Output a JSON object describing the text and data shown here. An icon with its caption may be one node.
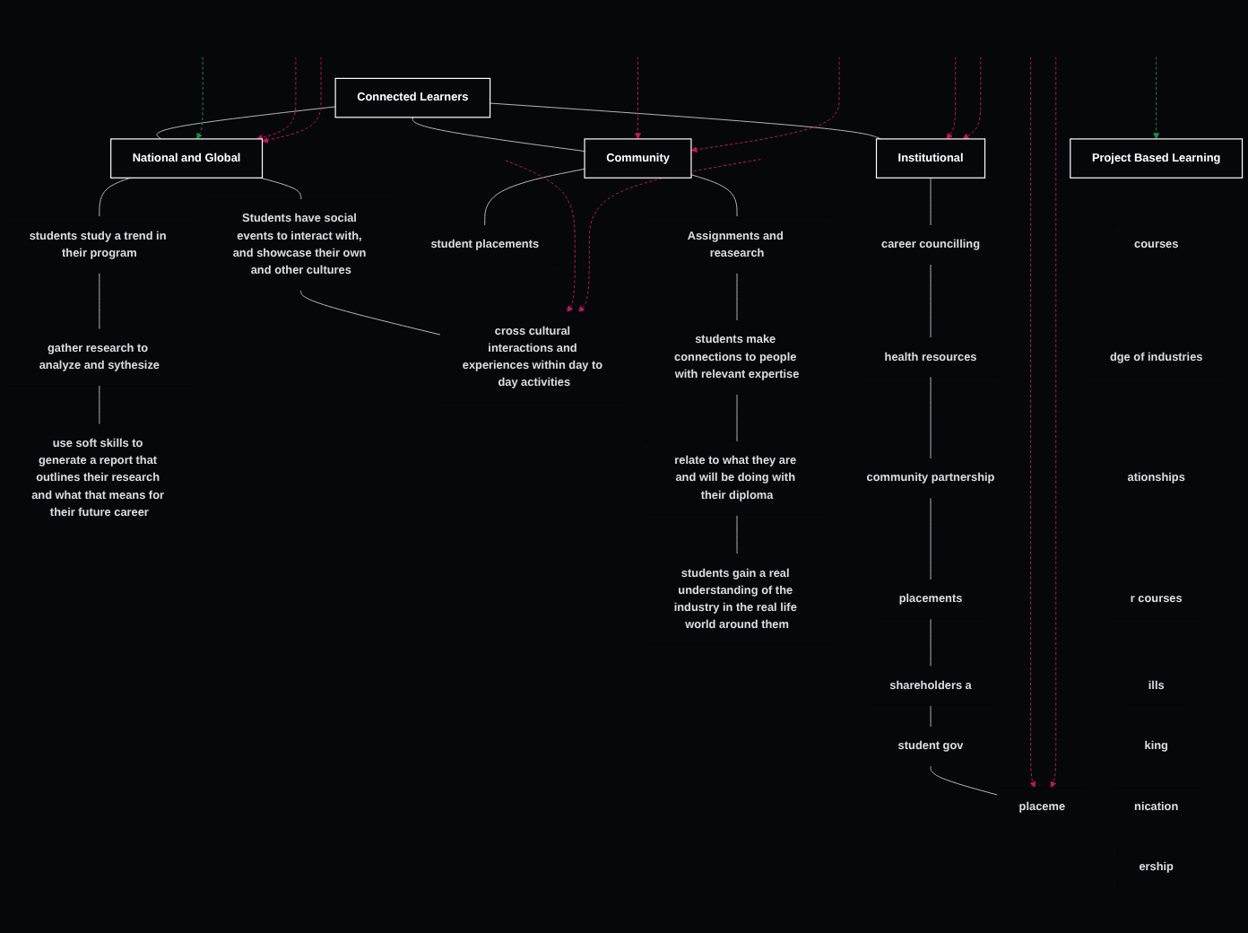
{
  "diagram": {
    "nodes": [
      {
        "text": [
          "Connected Learners"
        ]
      },
      {
        "text": [
          "National and Global"
        ]
      },
      {
        "text": [
          "Community"
        ]
      },
      {
        "text": [
          "Institutional"
        ]
      },
      {
        "text": [
          "Project Based Learning"
        ]
      },
      {
        "text": [
          "students study a trend in their program"
        ]
      },
      {
        "text": [
          "gather research to analyze and sythesize"
        ]
      },
      {
        "text": [
          "use soft skills to generate a report that outlines their research and what that means for their future career"
        ]
      },
      {
        "text": [
          "Students have social events to interact with, and showcase their own and other cultures"
        ]
      },
      {
        "text": [
          "cross cultural interactions and experiences within day to day activities"
        ]
      },
      {
        "text": [
          "student placements"
        ]
      },
      {
        "text": [
          "Assignments and reasearch"
        ]
      },
      {
        "text": [
          "students make connections to people with relevant expertise"
        ]
      },
      {
        "text": [
          "relate to what they are and will be doing with their diploma"
        ]
      },
      {
        "text": [
          "students gain a real understanding of the industry in the real life world around them"
        ]
      },
      {
        "text": [
          "career councilling"
        ]
      },
      {
        "text": [
          "health resources"
        ]
      },
      {
        "text": [
          "community partnership"
        ]
      },
      {
        "text": [
          "placements"
        ]
      },
      {
        "text": [
          "shareholders a"
        ]
      },
      {
        "text": [
          "student gov"
        ]
      },
      {
        "text": [
          "placeme"
        ]
      },
      {
        "text": [
          "courses"
        ]
      },
      {
        "text": [
          "dge of industries"
        ]
      },
      {
        "text": [
          "ationships"
        ]
      },
      {
        "text": [
          "r courses"
        ]
      },
      {
        "text": [
          "ills"
        ]
      },
      {
        "text": [
          "king"
        ]
      },
      {
        "text": [
          "nication"
        ]
      },
      {
        "text": [
          "ership"
        ]
      }
    ],
    "edges": [
      {
        "from": 0,
        "to": 1,
        "arrow": "none"
      },
      {
        "from": 0,
        "to": 2,
        "arrow": "none"
      },
      {
        "from": 0,
        "to": 3,
        "arrow": "none"
      },
      {
        "from": 1,
        "to": 5,
        "arrow": "none"
      },
      {
        "from": 5,
        "to": 6,
        "arrow": "none"
      },
      {
        "from": 6,
        "to": 7,
        "arrow": "none"
      },
      {
        "from": 1,
        "to": 8,
        "arrow": "none"
      },
      {
        "from": 8,
        "to": 9,
        "arrow": "none"
      },
      {
        "from": 2,
        "to": 10,
        "arrow": "none"
      },
      {
        "from": 2,
        "to": 11,
        "arrow": "none"
      },
      {
        "from": 11,
        "to": 12,
        "arrow": "none"
      },
      {
        "from": 12,
        "to": 13,
        "arrow": "none"
      },
      {
        "from": 13,
        "to": 14,
        "arrow": "none"
      },
      {
        "from": 3,
        "to": 15,
        "arrow": "none"
      },
      {
        "from": 15,
        "to": 16,
        "arrow": "none"
      },
      {
        "from": 16,
        "to": 17,
        "arrow": "none"
      },
      {
        "from": 17,
        "to": 18,
        "arrow": "none"
      },
      {
        "from": 18,
        "to": 19,
        "arrow": "none"
      },
      {
        "from": 19,
        "to": 20,
        "arrow": "none"
      },
      {
        "from": 20,
        "to": 21,
        "arrow": "none"
      },
      {
        "from": null,
        "to": 1,
        "arrow": "to",
        "style": "dashed",
        "color": "#1e8c4a"
      },
      {
        "from": null,
        "to": 4,
        "arrow": "to",
        "style": "dashed",
        "color": "#1e8c4a"
      },
      {
        "from": null,
        "to": 1,
        "arrow": "to",
        "style": "dashed",
        "color": "#c2185b"
      },
      {
        "from": null,
        "to": 1,
        "arrow": "to",
        "style": "dashed",
        "color": "#c2185b"
      },
      {
        "from": null,
        "to": 9,
        "arrow": "to",
        "style": "dashed",
        "color": "#c2185b"
      },
      {
        "from": null,
        "to": 9,
        "arrow": "to",
        "style": "dashed",
        "color": "#c2185b"
      },
      {
        "from": null,
        "to": 2,
        "arrow": "to",
        "style": "dashed",
        "color": "#c2185b"
      },
      {
        "from": null,
        "to": 2,
        "arrow": "to",
        "style": "dashed",
        "color": "#c2185b"
      },
      {
        "from": null,
        "to": 3,
        "arrow": "to",
        "style": "dashed",
        "color": "#c2185b"
      },
      {
        "from": null,
        "to": 3,
        "arrow": "to",
        "style": "dashed",
        "color": "#c2185b"
      },
      {
        "from": null,
        "to": 21,
        "arrow": "to",
        "style": "dashed",
        "color": "#c2185b"
      },
      {
        "from": null,
        "to": 21,
        "arrow": "to",
        "style": "dashed",
        "color": "#c2185b"
      }
    ]
  }
}
